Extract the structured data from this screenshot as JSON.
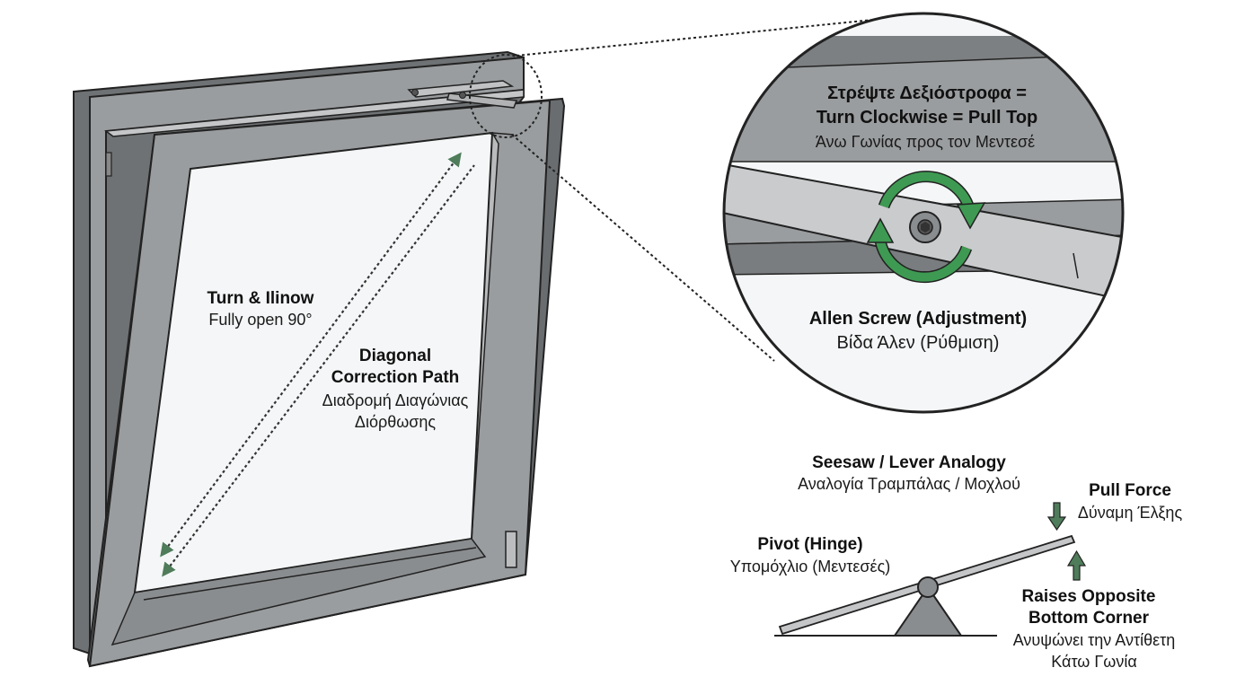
{
  "colors": {
    "frame": "#8f9294",
    "frame_dark": "#6d7072",
    "frame_light": "#b9bbbd",
    "glass": "#f4f6f7",
    "arrow_green": "#4f7c5a",
    "rotation_green": "#3e9a52",
    "outline": "#222222"
  },
  "icons": {
    "rotation": "circular-arrows-icon",
    "force": "arrow-icon"
  },
  "window": {
    "title": "Turn & Ilinow",
    "subtitle": "Fully open 90°"
  },
  "diagonal": {
    "title_line1": "Diagonal",
    "title_line2": "Correction Path",
    "greek_line1": "Διαδρομή Διαγώνιας",
    "greek_line2": "Διόρθωσης"
  },
  "detail": {
    "turn_line1": "Στρέψτε Δεξιόστροφα =",
    "turn_line2": "Turn Clockwise = Pull Top",
    "turn_greek": "Άνω Γωνίας προς τον Μεντεσέ",
    "screw_title": "Allen Screw (Adjustment)",
    "screw_greek": "Βίδα Άλεν (Ρύθμιση)"
  },
  "seesaw": {
    "title": "Seesaw / Lever Analogy",
    "title_greek": "Αναλογία Τραμπάλας / Μοχλού",
    "pivot_title": "Pivot (Hinge)",
    "pivot_greek": "Υπομόχλιο (Μεντεσές)",
    "pull_title": "Pull Force",
    "pull_greek": "Δύναμη Έλξης",
    "raise_line1": "Raises Opposite",
    "raise_line2": "Bottom Corner",
    "raise_greek1": "Ανυψώνει την Αντίθετη",
    "raise_greek2": "Κάτω Γωνία"
  }
}
